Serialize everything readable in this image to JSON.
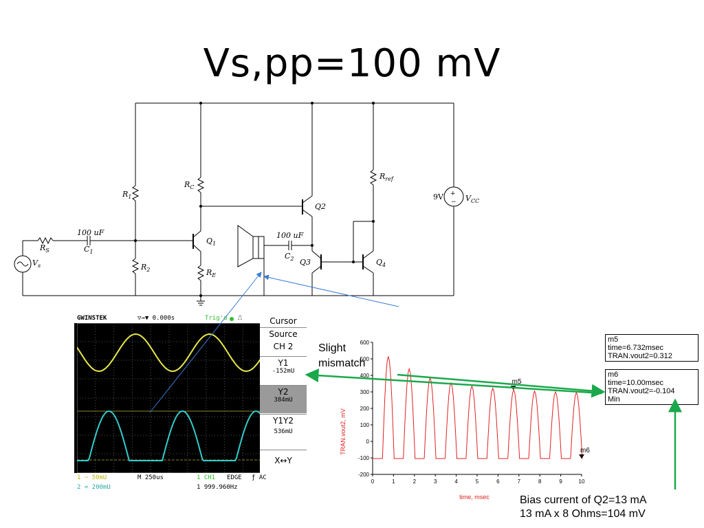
{
  "slide": {
    "title": "Vs,pp=100 mV"
  },
  "circuit": {
    "labels": {
      "r1": "R",
      "r1_sub": "1",
      "r2": "R",
      "r2_sub": "2",
      "rc": "R",
      "rc_sub": "C",
      "re": "R",
      "re_sub": "E",
      "rs": "R",
      "rs_sub": "S",
      "rref": "R",
      "rref_sub": "ref",
      "c1_val": "100 uF",
      "c1": "C",
      "c1_sub": "1",
      "c2_val": "100 uF",
      "c2": "C",
      "c2_sub": "2",
      "q1": "Q",
      "q1_sub": "1",
      "q2": "Q2",
      "q3": "Q3",
      "q4": "Q",
      "q4_sub": "4",
      "vs": "V",
      "vs_sub": "s",
      "vcc_val": "9V",
      "vcc": "V",
      "vcc_sub": "CC"
    }
  },
  "oscilloscope": {
    "brand": "GWINSTEK",
    "trigger_pos": "▽→▼ 0.000s",
    "trig_status": "Trig'd",
    "cursor_panel": {
      "title": "Cursor",
      "source": "Source",
      "source_val": "CH 2",
      "y1": "Y1",
      "y1_val": "-152mU",
      "y2": "Y2",
      "y2_val": "384mU",
      "y1y2": "Y1Y2",
      "y1y2_val": "536mU",
      "xy": "X↔Y"
    },
    "footer": {
      "ch1": "1 ~ 50mU",
      "ch2": "2 = 200mU",
      "timebase": "M 250us",
      "trig_src": "1 CH1",
      "trig_mode": "EDGE",
      "coupling": "ƒ AC",
      "freq": "1 999.960Hz"
    },
    "colors": {
      "ch1": "#e8e84a",
      "ch2": "#33cccc"
    }
  },
  "annotations": {
    "mismatch": "Slight\nmismatch",
    "bias_line1": "Bias current of Q2=13 mA",
    "bias_line2": "13 mA x 8 Ohms=104 mV"
  },
  "markers": {
    "m5": {
      "name": "m5",
      "time": "time=6.732msec",
      "value": "TRAN.vout2=0.312"
    },
    "m6": {
      "name": "m6",
      "time": "time=10.00msec",
      "value": "TRAN.vout2=-0.104",
      "extra": "Min"
    }
  },
  "chart_data": {
    "type": "line",
    "title": "",
    "xlabel": "time, msec",
    "ylabel": "TRAN.vout2, mV",
    "xlim": [
      0,
      10
    ],
    "ylim": [
      -200,
      600
    ],
    "xticks": [
      0,
      1,
      2,
      3,
      4,
      5,
      6,
      7,
      8,
      9,
      10
    ],
    "yticks": [
      -200,
      -100,
      0,
      100,
      200,
      300,
      400,
      500,
      600
    ],
    "grid": false,
    "series": [
      {
        "name": "",
        "color": "#e02020",
        "peaks_x": [
          0.75,
          1.75,
          2.75,
          3.75,
          4.75,
          5.75,
          6.75,
          7.75,
          8.75,
          9.75
        ],
        "peaks_y": [
          515,
          440,
          385,
          355,
          335,
          322,
          312,
          305,
          300,
          296
        ],
        "baseline": -104
      }
    ],
    "marker_labels": [
      {
        "name": "m5",
        "x": 6.732,
        "y": 312
      },
      {
        "name": "m6",
        "x": 10.0,
        "y": -104
      }
    ]
  }
}
